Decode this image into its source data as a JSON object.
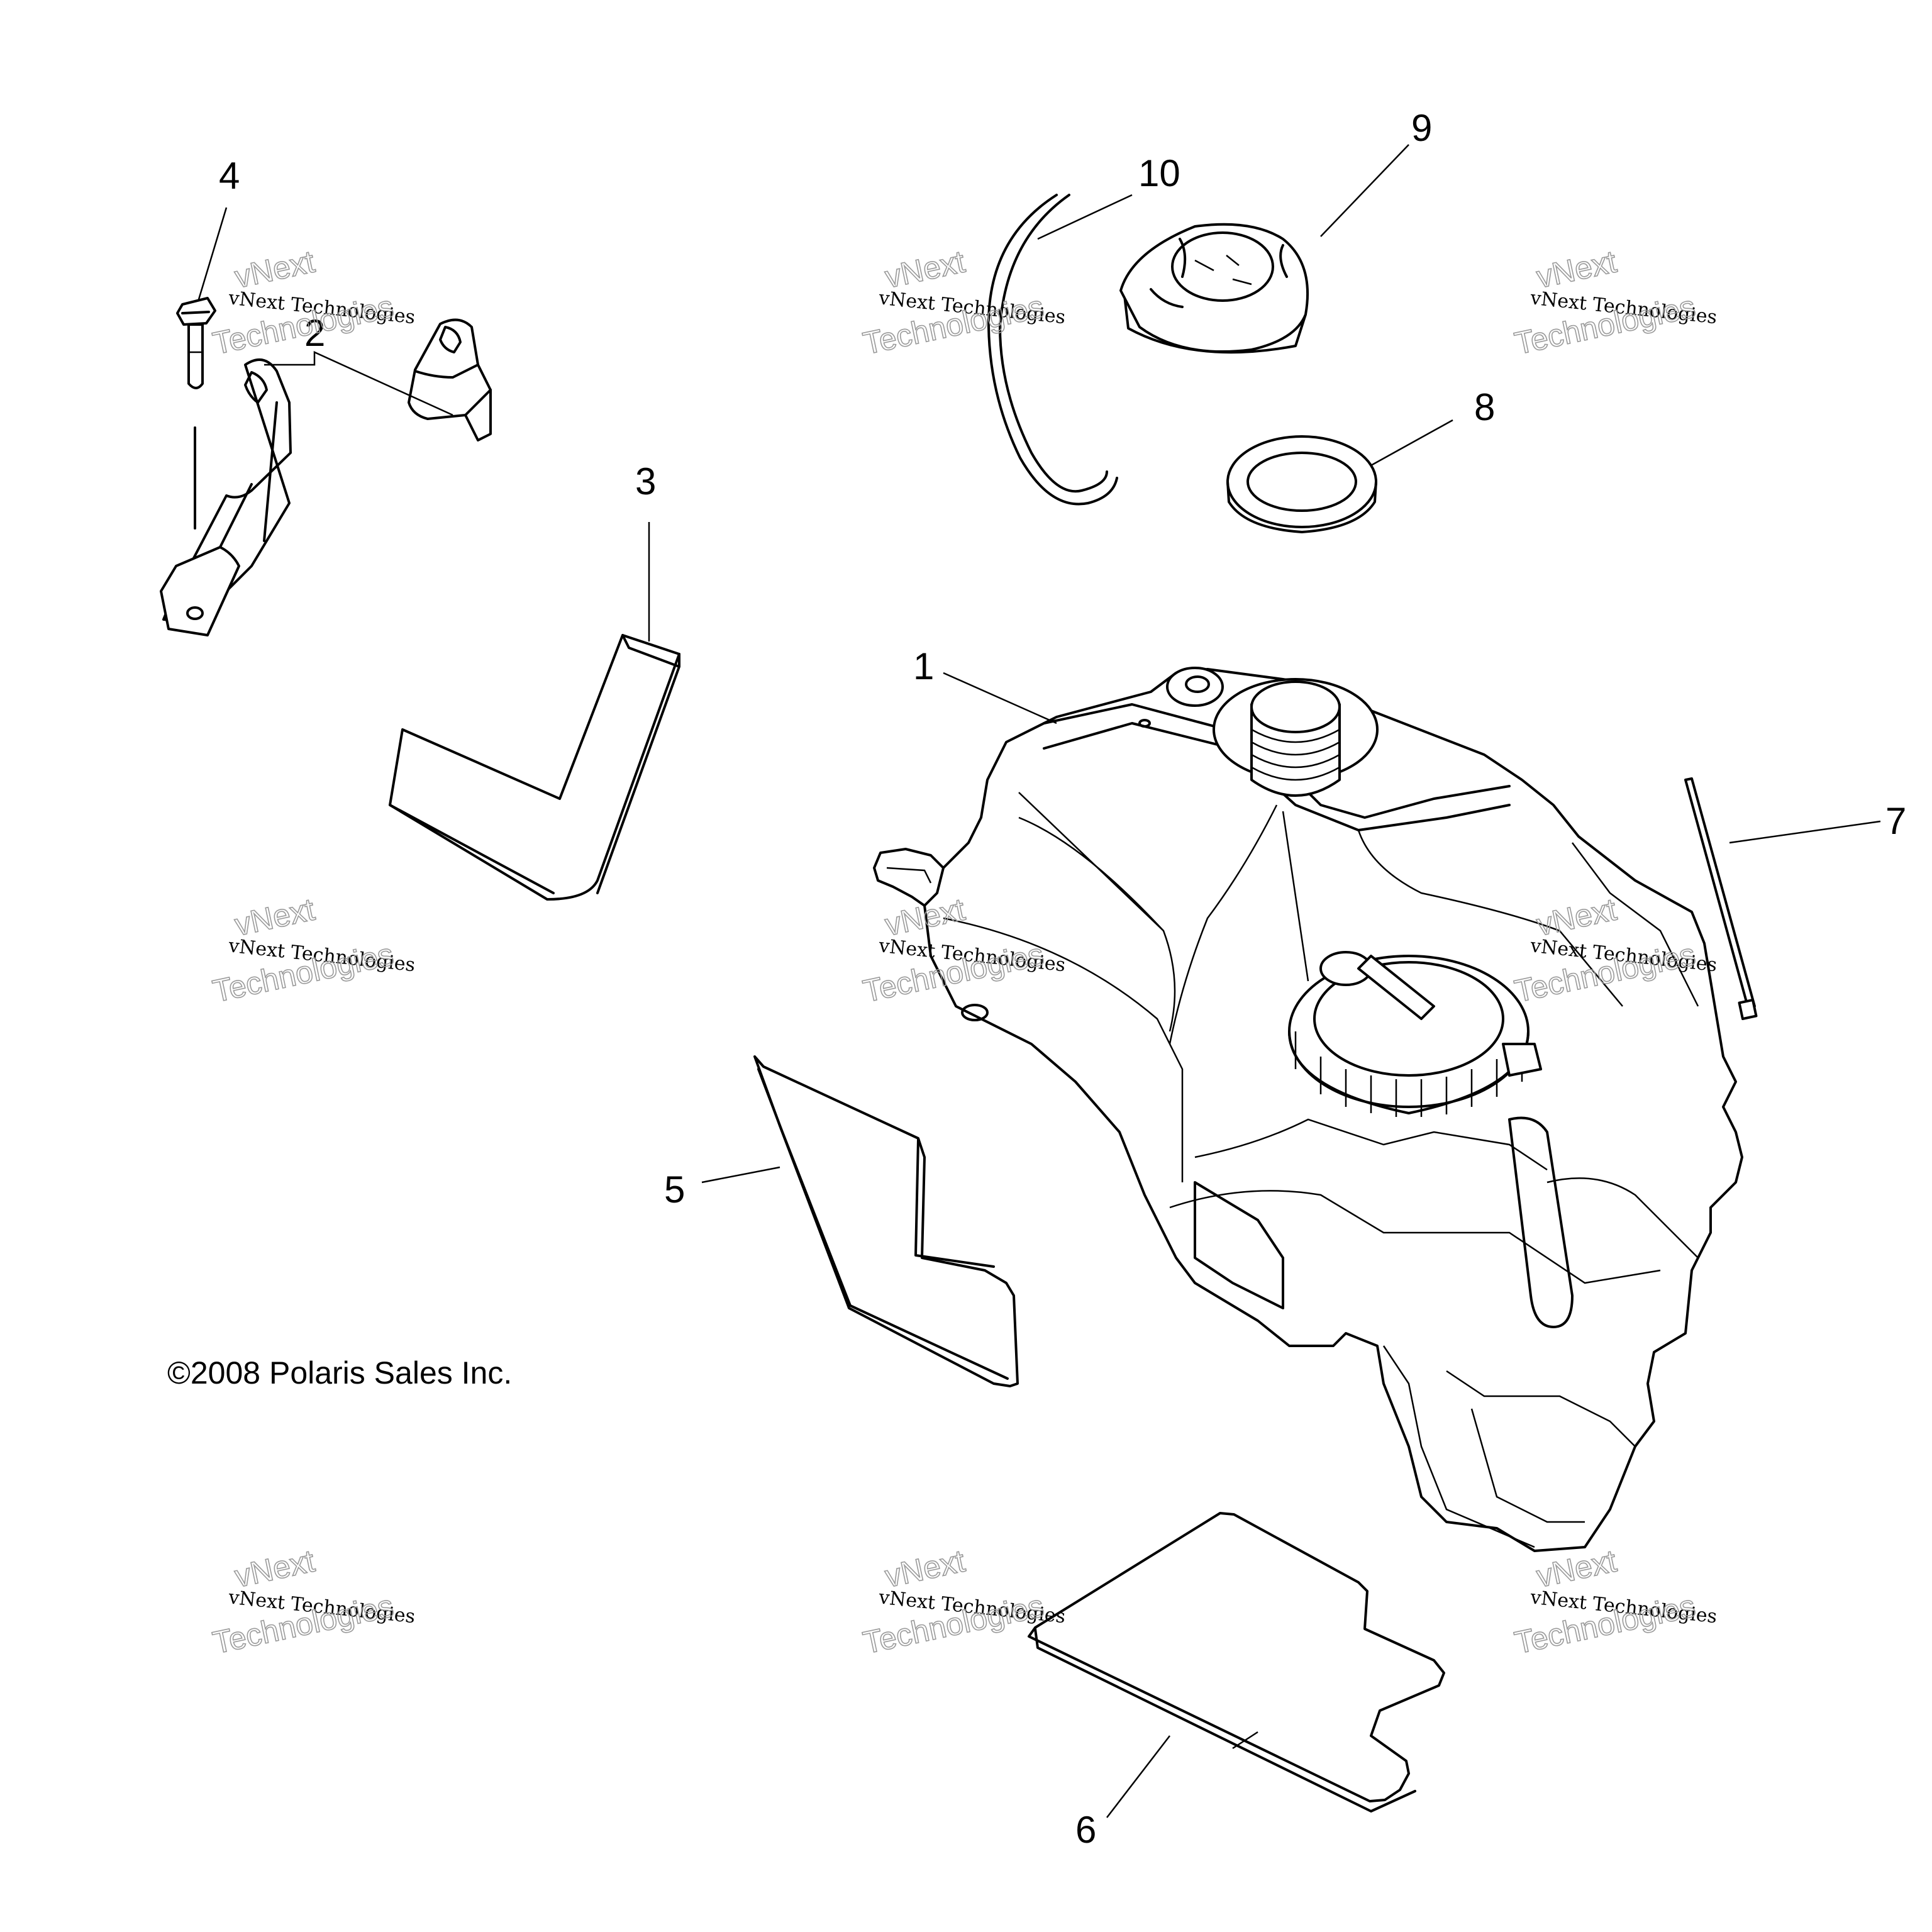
{
  "diagram": {
    "callouts": [
      "1",
      "2",
      "3",
      "4",
      "5",
      "6",
      "7",
      "8",
      "9",
      "10"
    ],
    "copyright": "©2008 Polaris Sales Inc.",
    "watermark": {
      "line1": "vNext Technologies",
      "line2": "Technologies",
      "overlay": "vNext"
    }
  }
}
